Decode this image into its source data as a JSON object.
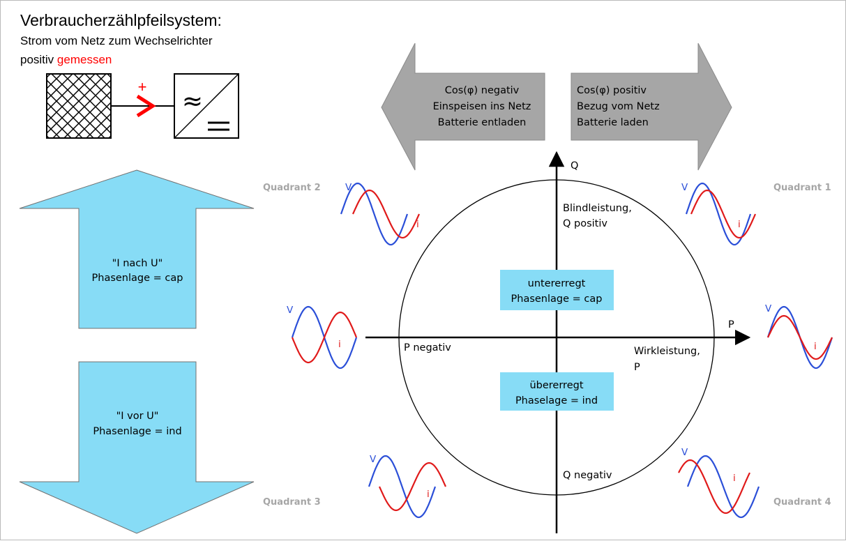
{
  "header": {
    "title": "Verbraucherzählpfeilsystem:",
    "line1": "Strom vom Netz zum Wechselrichter",
    "line2_prefix": "positiv",
    "line2_highlight": "gemessen",
    "plus_sign": "+",
    "inverter_symbol": "≈"
  },
  "top_arrows": {
    "left": [
      "Cos(φ) negativ",
      "Einspeisen ins Netz",
      "Batterie entladen"
    ],
    "right": [
      "Cos(φ) positiv",
      "Bezug vom Netz",
      "Batterie laden"
    ]
  },
  "side_arrows": {
    "up": [
      "\"I nach U\"",
      "Phasenlage = cap"
    ],
    "down": [
      "\"I vor U\"",
      "Phasenlage = ind"
    ]
  },
  "quadrants": {
    "q1": "Quadrant 1",
    "q2": "Quadrant 2",
    "q3": "Quadrant 3",
    "q4": "Quadrant 4"
  },
  "axes": {
    "q_label": "Q",
    "p_label": "P",
    "q_positive": [
      "Blindleistung,",
      "Q positiv"
    ],
    "q_negative": "Q negativ",
    "p_negative": "P negativ",
    "p_positive": [
      "Wirkleistung,",
      "P"
    ]
  },
  "boxes": {
    "upper": [
      "untererregt",
      "Phasenlage = cap"
    ],
    "lower": [
      "übererregt",
      "Phaselage = ind"
    ]
  },
  "waves": {
    "v_label": "V",
    "i_label": "i"
  },
  "colors": {
    "voltage": "#2b4fd8",
    "current": "#e01a1a",
    "arrow_fill": "#87dcf6",
    "grey_arrow": "#a6a6a6",
    "quadrant_label": "#a6a6a6",
    "highlight": "#ff0000"
  }
}
